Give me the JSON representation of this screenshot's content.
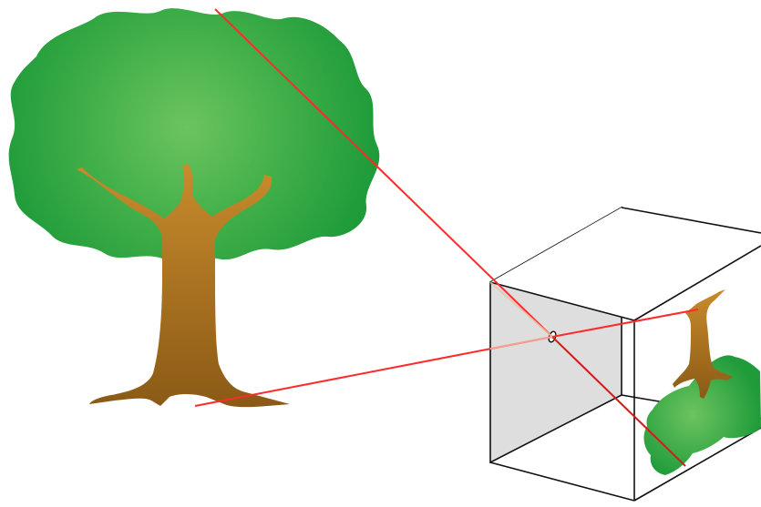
{
  "figure": {
    "subject": "pinhole-camera-obscura",
    "colors": {
      "background": "#ffffff",
      "foliage_light": "#6cc45f",
      "foliage_dark": "#1f9b3a",
      "trunk_light": "#c98b2c",
      "trunk_dark": "#8a5a16",
      "ray": "#ff2a2a",
      "box_edge": "#111111",
      "box_front_face": "#dedede"
    },
    "elements": {
      "object": "tree",
      "camera": "box",
      "aperture": "pinhole",
      "image": "inverted-tree",
      "rays": [
        "top-ray",
        "bottom-ray"
      ]
    }
  }
}
